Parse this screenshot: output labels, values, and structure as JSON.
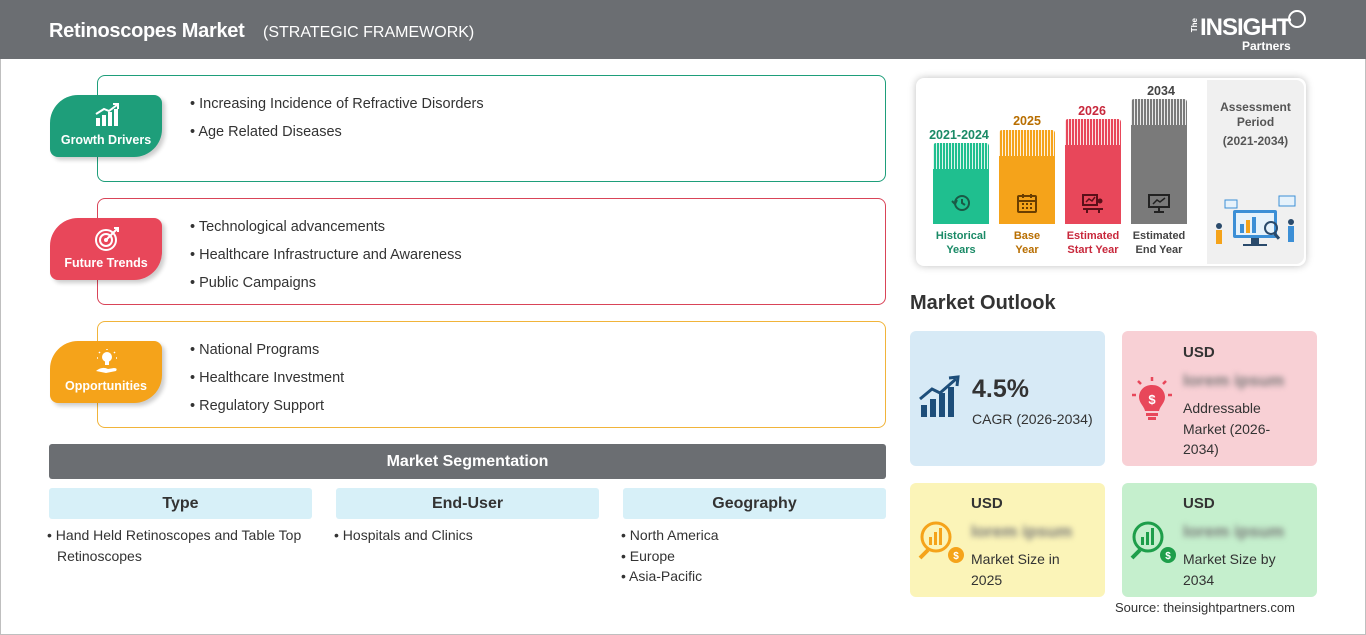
{
  "header": {
    "title": "Retinoscopes Market",
    "subtitle": "(STRATEGIC FRAMEWORK)",
    "logo": {
      "the": "The",
      "insight": "INSIGHT",
      "partners": "Partners"
    }
  },
  "framework": [
    {
      "label": "Growth Drivers",
      "color": "#1e9e7a",
      "border": "#1e9e7a",
      "icon": "bar-chart-arrow-icon",
      "items": [
        "Increasing Incidence of Refractive Disorders",
        "Age Related Diseases"
      ]
    },
    {
      "label": "Future Trends",
      "color": "#e8475a",
      "border": "#d94458",
      "icon": "target-icon",
      "items": [
        "Technological advancements",
        "Healthcare Infrastructure and Awareness",
        "Public Campaigns"
      ]
    },
    {
      "label": "Opportunities",
      "color": "#f5a31a",
      "border": "#f1b43a",
      "icon": "lightbulb-hand-icon",
      "items": [
        "National Programs",
        "Healthcare Investment",
        "Regulatory Support"
      ]
    }
  ],
  "segmentation": {
    "title": "Market Segmentation",
    "columns": [
      {
        "head": "Type",
        "items": [
          "Hand Held Retinoscopes and Table Top Retinoscopes"
        ]
      },
      {
        "head": "End-User",
        "items": [
          "Hospitals and Clinics"
        ]
      },
      {
        "head": "Geography",
        "items": [
          "North America",
          "Europe",
          "Asia-Pacific"
        ]
      }
    ]
  },
  "timeline": {
    "bars": [
      {
        "year": "2021-2024",
        "caption": [
          "Historical",
          "Years"
        ],
        "color": "#1fbf8f",
        "text_color": "#1a8a66",
        "icon": "history-icon"
      },
      {
        "year": "2025",
        "caption": [
          "Base",
          "Year"
        ],
        "color": "#f5a31a",
        "text_color": "#b86e00",
        "icon": "calendar-icon"
      },
      {
        "year": "2026",
        "caption": [
          "Estimated",
          "Start Year"
        ],
        "color": "#e8475a",
        "text_color": "#c8283c",
        "icon": "presentation-icon"
      },
      {
        "year": "2034",
        "caption": [
          "Estimated",
          "End Year"
        ],
        "color": "#7a7a7a",
        "text_color": "#444444",
        "icon": "monitor-chart-icon"
      }
    ],
    "assessment": {
      "title": [
        "Assessment",
        "Period"
      ],
      "period": "(2021-2034)"
    }
  },
  "outlook": {
    "title": "Market Outlook",
    "cagr": {
      "value": "4.5%",
      "label": "CAGR (2026-2034)",
      "bg": "#d7eaf6",
      "icon": "growth-chart-icon"
    },
    "addressable": {
      "usd": "USD",
      "value": "lorem ipsum",
      "label": [
        "Addressable",
        "Market (2026-",
        "2034)"
      ],
      "bg": "#f8d0d5",
      "icon": "dollar-bulb-icon"
    },
    "size2025": {
      "usd": "USD",
      "value": "lorem ipsum",
      "label": [
        "Market Size in",
        "2025"
      ],
      "bg": "#fbf4b8",
      "icon": "money-chart-icon"
    },
    "size2034": {
      "usd": "USD",
      "value": "lorem ipsum",
      "label": [
        "Market Size by",
        "2034"
      ],
      "bg": "#c5efcd",
      "icon": "money-chart-icon"
    }
  },
  "source": "Source: theinsightpartners.com"
}
